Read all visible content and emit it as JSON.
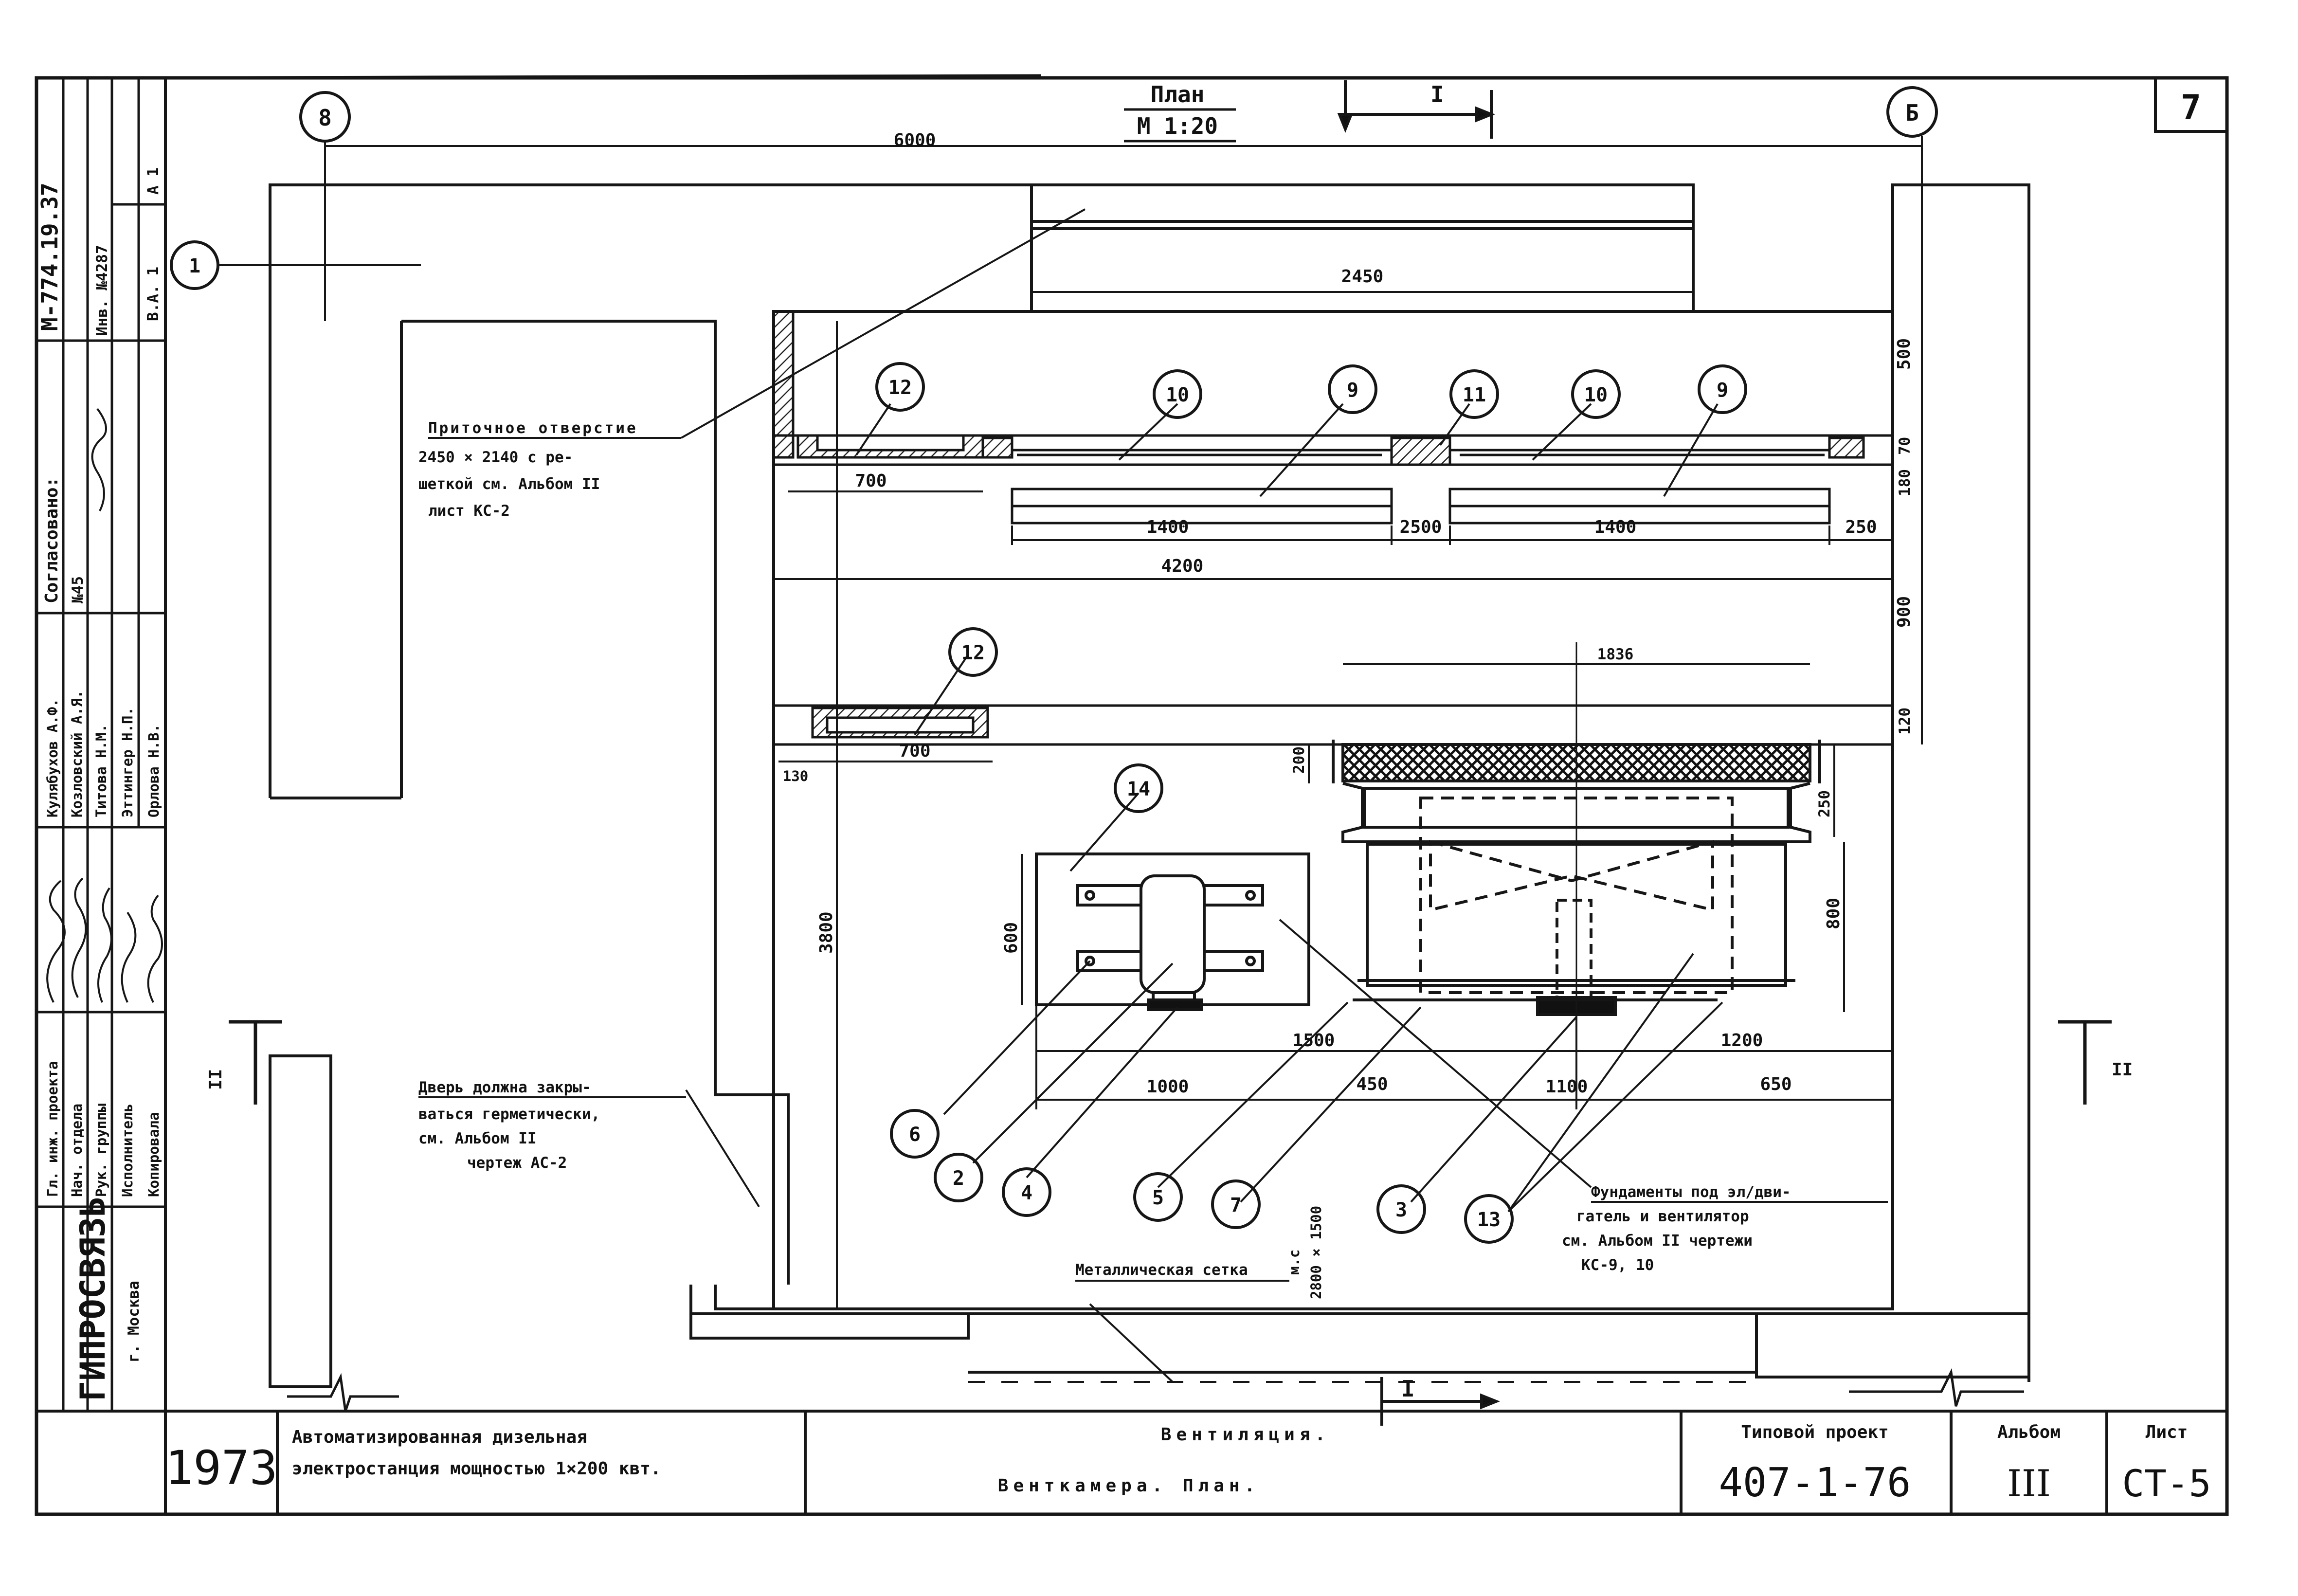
{
  "plan": {
    "title": "План",
    "scale": "М 1:20",
    "section_mark": "I",
    "section_mark_bottom": "I",
    "section_side": "II",
    "axis_left": "8",
    "axis_right": "Б",
    "sheet_number": "7"
  },
  "dimensions": {
    "d6000": "6000",
    "d2450": "2450",
    "d700a": "700",
    "d1400a": "1400",
    "d2500": "2500",
    "d1400b": "1400",
    "d250r": "250",
    "d4200": "4200",
    "d500": "500",
    "d70": "70",
    "d180": "180",
    "d900": "900",
    "d1836": "1836",
    "d120": "120",
    "d700b": "700",
    "d130": "130",
    "d200": "200",
    "d250v": "250",
    "d800": "800",
    "d600": "600",
    "d3800": "3800",
    "d1500": "1500",
    "d1200": "1200",
    "d1000": "1000",
    "d450": "450",
    "d1100": "1100",
    "d650": "650"
  },
  "callouts": {
    "c1": "1",
    "c2": "2",
    "c3": "3",
    "c4": "4",
    "c5": "5",
    "c6": "6",
    "c7": "7",
    "c9a": "9",
    "c9b": "9",
    "c10a": "10",
    "c10b": "10",
    "c11": "11",
    "c12a": "12",
    "c12b": "12",
    "c13": "13",
    "c14": "14"
  },
  "notes": {
    "inlet": [
      "Приточное отверстие",
      "2450 × 2140 с ре-",
      "шеткой см. Альбом II",
      "лист КС-2"
    ],
    "door": [
      "Дверь должна закры-",
      "ваться герметически,",
      "см. Альбом II",
      "чертеж АС-2"
    ],
    "foundation": [
      "Фундаменты под эл/дви-",
      "гатель и вентилятор",
      "см. Альбом II чертежи",
      "КС-9, 10"
    ],
    "mesh": "Металлическая сетка",
    "mesh_size": [
      "2800 × 1500",
      "м.с"
    ]
  },
  "stamp": {
    "year": "1973",
    "project_title": [
      "Автоматизированная дизельная",
      "электростанция мощностью 1×200 квт."
    ],
    "sheet_title": [
      "Вентиляция.",
      "Венткамера. План."
    ],
    "typical_label": "Типовой проект",
    "typical_value": "407-1-76",
    "album_label": "Альбом",
    "album_value": "III",
    "sheet_label": "Лист",
    "sheet_value": "СТ-5",
    "org": "ГИПРОСВЯЗЬ",
    "city": "г. Москва"
  },
  "side_block": {
    "code": "М-774.19.37",
    "inv": "Инв. №4287",
    "agreed": "Согласовано:",
    "agreed_no": "№45",
    "a1": "А 1",
    "va": "В.А. 1",
    "roles": [
      "Гл. инж. проекта",
      "Нач. отдела",
      "Рук. группы",
      "Исполнитель",
      "Копировала"
    ],
    "names": [
      "Кулябухов А.Ф.",
      "Козловский А.Я.",
      "Титова Н.М.",
      "Эттингер Н.П.",
      "Орлова Н.В."
    ]
  }
}
